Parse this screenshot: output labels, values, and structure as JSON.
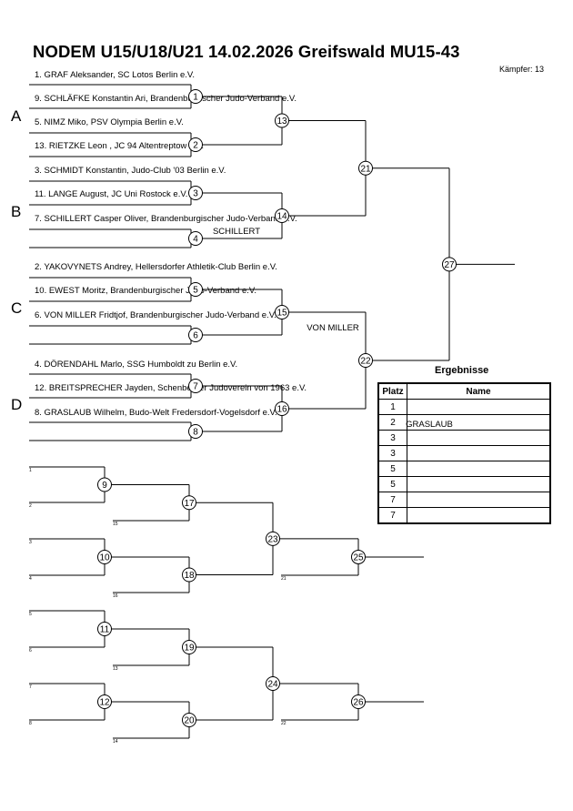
{
  "header": {
    "title": "NODEM U15/U18/U21  14.02.2026  Greifswald   MU15-43",
    "fighter_count": "Kämpfer: 13"
  },
  "pools": [
    "A",
    "B",
    "C",
    "D"
  ],
  "entries": [
    "1. GRAF Aleksander, SC Lotos Berlin e.V.",
    "9. SCHLÄFKE Konstantin Ari, Brandenburgischer Judo-Verband e.V.",
    "5. NIMZ Miko, PSV Olympia Berlin e.V.",
    "13. RIETZKE Leon , JC 94 Altentreptow e.V.",
    "3. SCHMIDT Konstantin, Judo-Club '03 Berlin e.V.",
    "11. LANGE August, JC Uni Rostock e.V.",
    "7. SCHILLERT Casper Oliver, Brandenburgischer Judo-Verband e.V.",
    "",
    "2. YAKOVYNETS Andrey, Hellersdorfer Athletik-Club Berlin e.V.",
    "10. EWEST Moritz, Brandenburgischer Judo-Verband e.V.",
    "6. VON MILLER Fridtjof, Brandenburgischer Judo-Verband e.V.",
    "",
    "4. DÖRENDAHL Marlo, SSG Humboldt zu Berlin e.V.",
    "12. BREITSPRECHER Jayden, Schenberger Judoverein von 1963 e.V.",
    "8. GRASLAUB Wilhelm, Budo-Welt Fredersdorf-Vogelsdorf e.V.",
    ""
  ],
  "advances": [
    "SCHILLERT",
    "VON MILLER",
    "GRASLAUB"
  ],
  "main_matches": [
    "1",
    "2",
    "3",
    "4",
    "5",
    "6",
    "7",
    "8",
    "13",
    "14",
    "15",
    "16",
    "21",
    "22",
    "27"
  ],
  "repechage": {
    "matches": [
      "9",
      "10",
      "11",
      "12",
      "17",
      "18",
      "19",
      "20",
      "23",
      "24",
      "25",
      "26"
    ],
    "slot_refs": [
      "1",
      "2",
      "3",
      "4",
      "5",
      "6",
      "7",
      "8",
      "15",
      "16",
      "13",
      "14",
      "21",
      "22"
    ]
  },
  "results": {
    "title": "Ergebnisse",
    "col_place": "Platz",
    "col_name": "Name",
    "places": [
      "1",
      "2",
      "3",
      "3",
      "5",
      "5",
      "7",
      "7"
    ]
  }
}
